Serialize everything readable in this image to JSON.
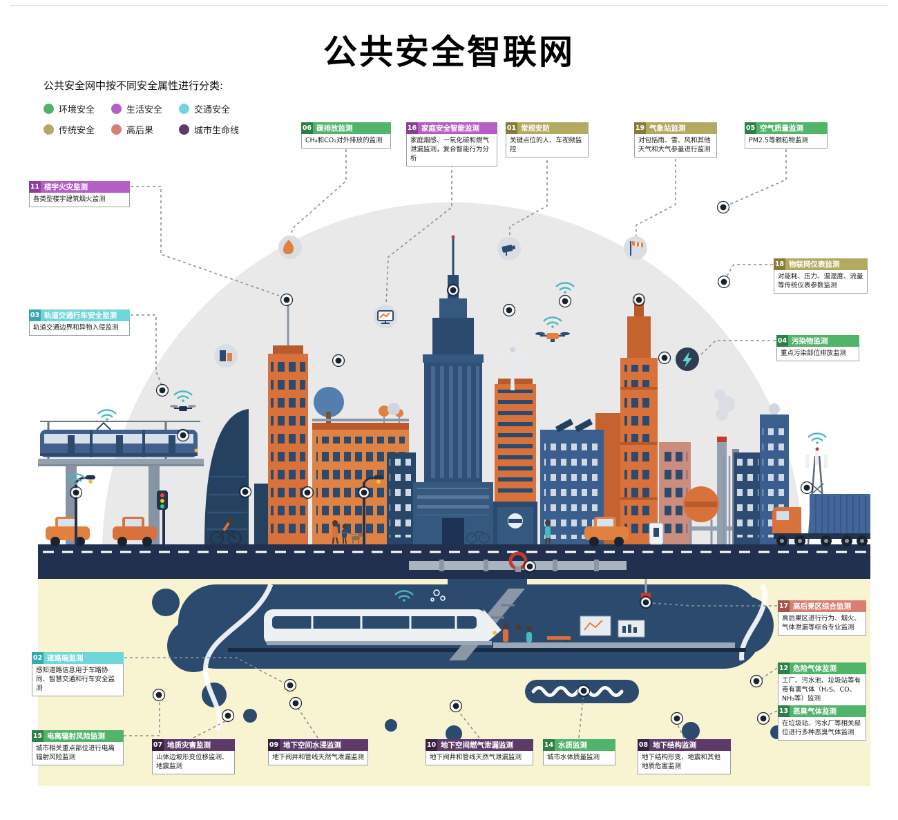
{
  "title": "公共安全智联网",
  "subtitle": "公共安全网中按不同安全属性进行分类:",
  "colors": {
    "green": "#52b36a",
    "green_d": "#2f7f49",
    "magenta": "#b55ec6",
    "magenta_d": "#8a3f9a",
    "cyan": "#6fd6d9",
    "cyan_d": "#35a9ae",
    "olive": "#b3aa62",
    "olive_d": "#857c3b",
    "salmon": "#d97e72",
    "salmon_d": "#a85347",
    "purple": "#5e3a6b",
    "purple_d": "#38203f"
  },
  "legend": {
    "items": [
      {
        "label": "环境安全",
        "category": "green"
      },
      {
        "label": "生活安全",
        "category": "magenta"
      },
      {
        "label": "交通安全",
        "category": "cyan"
      },
      {
        "label": "传统安全",
        "category": "olive"
      },
      {
        "label": "高后果",
        "category": "salmon"
      },
      {
        "label": "城市生命线",
        "category": "purple"
      }
    ]
  },
  "icons": {
    "flame": "flame-icon",
    "monitor": "monitor-icon",
    "camera": "cctv-camera-icon",
    "windsock": "windsock-icon",
    "building_meter": "building-meter-icon",
    "lightning": "lightning-icon",
    "drone": "drone-icon",
    "wifi": "wifi-signal-icon",
    "sensor": "sensor-dot-icon"
  },
  "callouts": {
    "01": {
      "num": "01",
      "title": "常规安防",
      "body": "关键点位的人、车视频监控",
      "category": "olive"
    },
    "02": {
      "num": "02",
      "title": "道路端监测",
      "body": "感知道路信息用于车路协同、智慧交通和行车安全监测",
      "category": "cyan"
    },
    "03": {
      "num": "03",
      "title": "轨道交通行车安全监测",
      "body": "轨道交通边界和异物入侵监测",
      "category": "cyan"
    },
    "04": {
      "num": "04",
      "title": "污染物监测",
      "body": "重点污染部位排放监测",
      "category": "green"
    },
    "05": {
      "num": "05",
      "title": "空气质量监测",
      "body": "PM2.5等颗粒物监测",
      "category": "green"
    },
    "06": {
      "num": "06",
      "title": "碳排放监测",
      "body": "CH₄和CO₂对外排放的监测",
      "category": "green"
    },
    "07": {
      "num": "07",
      "title": "地质灾害监测",
      "body": "山体边坡形变位移监测、地震监测",
      "category": "purple"
    },
    "08": {
      "num": "08",
      "title": "地下结构监测",
      "body": "地下结构形变、地震和其他地质危害监测",
      "category": "purple"
    },
    "09": {
      "num": "09",
      "title": "地下空间水浸监测",
      "body": "地下阀井和管线天然气泄漏监测",
      "category": "purple"
    },
    "10": {
      "num": "10",
      "title": "地下空间燃气泄漏监测",
      "body": "地下阀井和管线天然气泄漏监测",
      "category": "purple"
    },
    "11": {
      "num": "11",
      "title": "楼宇火灾监测",
      "body": "各类型楼宇建筑烟火监测",
      "category": "magenta"
    },
    "12": {
      "num": "12",
      "title": "危险气体监测",
      "body": "工厂、污水池、垃圾站等有毒有害气体（H₂S、CO、NH₃等）监测",
      "category": "green"
    },
    "13": {
      "num": "13",
      "title": "恶臭气体监测",
      "body": "在垃圾站、污水厂等相关部位进行多种恶臭气体监测",
      "category": "green"
    },
    "14": {
      "num": "14",
      "title": "水质监测",
      "body": "城市水体质量监测",
      "category": "green"
    },
    "15": {
      "num": "15",
      "title": "电离辐射风险监测",
      "body": "城市相关重点部位进行电离辐射风险监测",
      "category": "green"
    },
    "16": {
      "num": "16",
      "title": "家庭安全智能监测",
      "body": "家庭烟感、一氧化碳和燃气泄漏监测，复合智能行为分析",
      "category": "magenta"
    },
    "17": {
      "num": "17",
      "title": "高后果区综合监测",
      "body": "高后果区进行行为、烟火、气体泄漏等综合专业监测",
      "category": "salmon"
    },
    "18": {
      "num": "18",
      "title": "物联网仪表监测",
      "body": "对能耗、压力、温湿度、流量等传统仪表参数监测",
      "category": "olive"
    },
    "19": {
      "num": "19",
      "title": "气象站监测",
      "body": "对包括雨、雪、风和其他天气和大气参量进行监测",
      "category": "olive"
    }
  }
}
